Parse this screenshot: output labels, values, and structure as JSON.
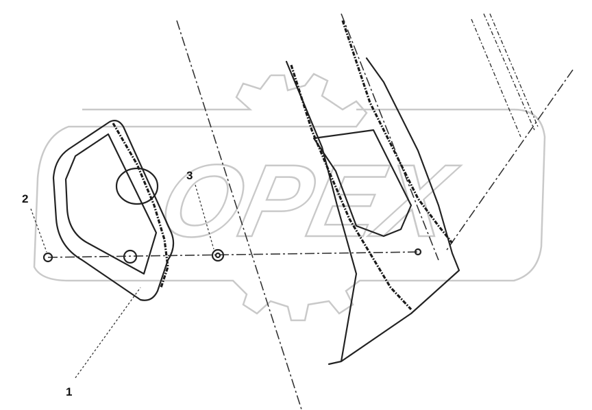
{
  "watermark": {
    "text": "OPEX",
    "color": "#c9c9c9"
  },
  "callouts": [
    {
      "id": "1",
      "label": "1"
    },
    {
      "id": "2",
      "label": "2"
    },
    {
      "id": "3",
      "label": "3"
    }
  ],
  "colors": {
    "line": "#222222",
    "background": "#ffffff"
  }
}
